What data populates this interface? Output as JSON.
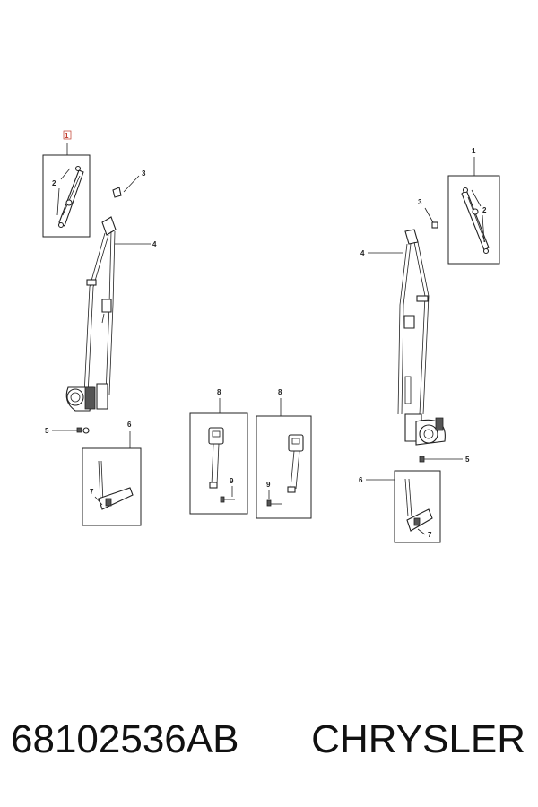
{
  "diagram": {
    "callouts": {
      "left_retractor_bracket": "1",
      "left_bolts": "2",
      "left_guide_cap": "3",
      "left_belt_assembly": "4",
      "left_anchor_bolt": "5",
      "left_buckle_kit": "6",
      "left_buckle_bolt": "7",
      "center_buckle_a": "8",
      "center_buckle_a_bolt": "9",
      "center_buckle_b": "8",
      "center_buckle_b_bolt": "9",
      "right_retractor_bracket": "1",
      "right_bolts": "2",
      "right_guide_cap": "3",
      "right_belt_assembly": "4",
      "right_anchor_bolt": "5",
      "right_buckle_kit": "6",
      "right_buckle_bolt": "7"
    }
  },
  "footer": {
    "part_number": "68102536AB",
    "brand": "CHRYSLER"
  },
  "colors": {
    "line": "#222222",
    "highlight_callout": "#c0392b"
  }
}
